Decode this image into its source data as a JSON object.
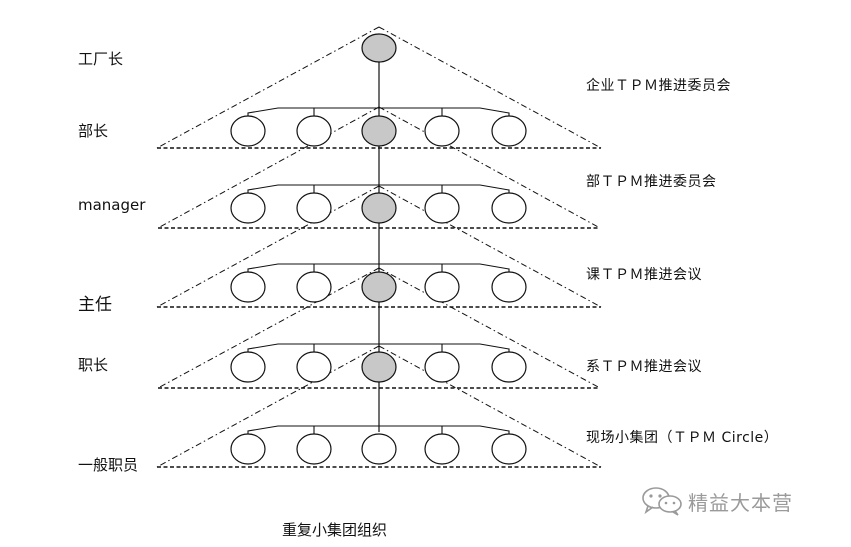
{
  "level_labels": [
    "工厂长",
    "部长",
    "manager",
    "主任",
    "职长",
    "一般职员"
  ],
  "committee_labels": [
    "企业ＴＰＭ推进委员会",
    "部ＴＰＭ推进委员会",
    "课ＴＰＭ推进会议",
    "系ＴＰＭ推进会议",
    "现场小集团（ＴＰＭ Circle）"
  ],
  "caption": "重复小集团组织",
  "watermark": {
    "text": "精益大本营",
    "icon": "wechat-icon"
  },
  "colors": {
    "leader_fill": "#c8c8c8",
    "member_fill": "#ffffff",
    "line": "#111111"
  }
}
